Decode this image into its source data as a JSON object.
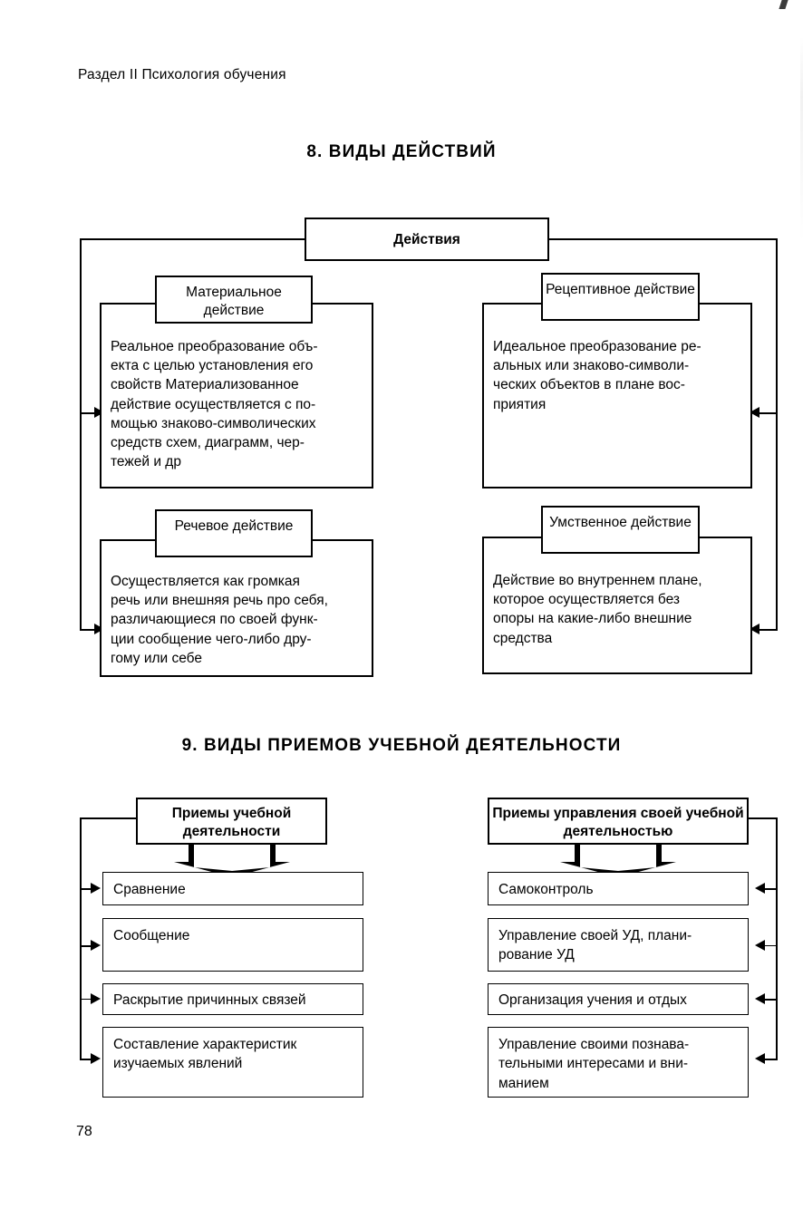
{
  "page": {
    "running_head": "Раздел II  Психология обучения",
    "folio": "78",
    "ink_color": "#000000",
    "paper_color": "#ffffff"
  },
  "section_8": {
    "title": "8. ВИДЫ ДЕЙСТВИЙ",
    "root": {
      "label": "Действия"
    },
    "nodes": [
      {
        "header": "Материальное\nдействие",
        "body": "Реальное преобразование объ-\nекта с целью установления его\nсвойств  Материализованное\nдействие осуществляется с по-\nмощью знаково-символических\nсредств  схем, диаграмм, чер-\nтежей и др"
      },
      {
        "header": "Рецептивное\nдействие",
        "body": "Идеальное преобразование ре-\nальных или знаково-символи-\nческих объектов в плане вос-\nприятия"
      },
      {
        "header": "Речевое\nдействие",
        "body": "Осуществляется как громкая\nречь или внешняя речь про себя,\nразличающиеся по своей функ-\nции  сообщение чего-либо дру-\nгому или себе"
      },
      {
        "header": "Умственное\nдействие",
        "body": "Действие во внутреннем плане,\nкоторое осуществляется без\nопоры на какие-либо внешние\nсредства"
      }
    ]
  },
  "section_9": {
    "title": "9. ВИДЫ ПРИЕМОВ УЧЕБНОЙ ДЕЯТЕЛЬНОСТИ",
    "left_group": {
      "header": "Приемы учебной\nдеятельности",
      "items": [
        "Сравнение",
        "Сообщение",
        "Раскрытие причинных связей",
        "Составление характеристик\nизучаемых явлений"
      ]
    },
    "right_group": {
      "header": "Приемы управления своей\nучебной деятельностью",
      "items": [
        "Самоконтроль",
        "Управление своей УД, плани-\nрование УД",
        "Организация учения и отдых",
        "Управление своими познава-\nтельными интересами и вни-\nманием"
      ]
    }
  }
}
